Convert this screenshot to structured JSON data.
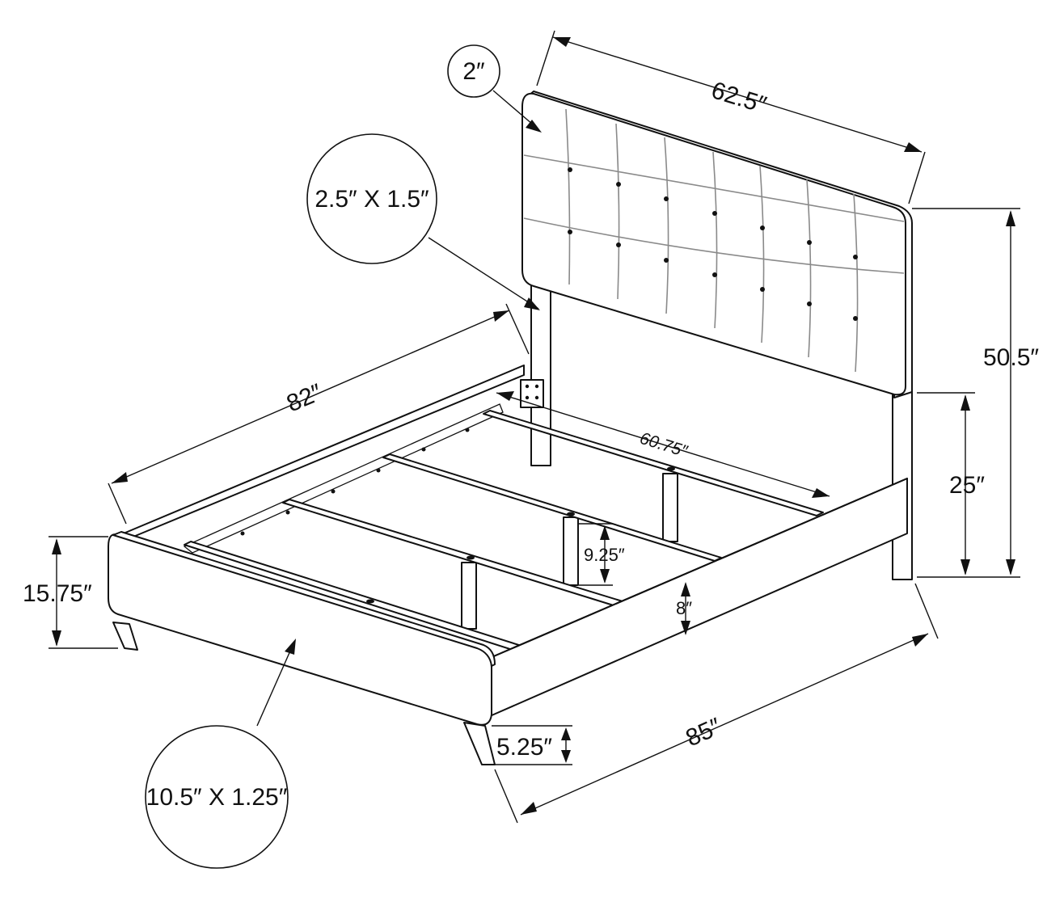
{
  "dimensions": {
    "headboard_thickness": "2″",
    "headboard_width": "62.5″",
    "post_size": "2.5″ X 1.5″",
    "overall_length": "82″",
    "slat_span": "60.75″",
    "overall_height": "50.5″",
    "headboard_base_height": "25″",
    "clearance": "9.25″",
    "rail_height": "8″",
    "footboard_height": "15.75″",
    "leg_height": "5.25″",
    "overall_width": "85″",
    "leg_size": "10.5″ X 1.25″"
  },
  "colors": {
    "line": "#111111",
    "tufting": "#8a8a8a",
    "background": "#ffffff"
  }
}
